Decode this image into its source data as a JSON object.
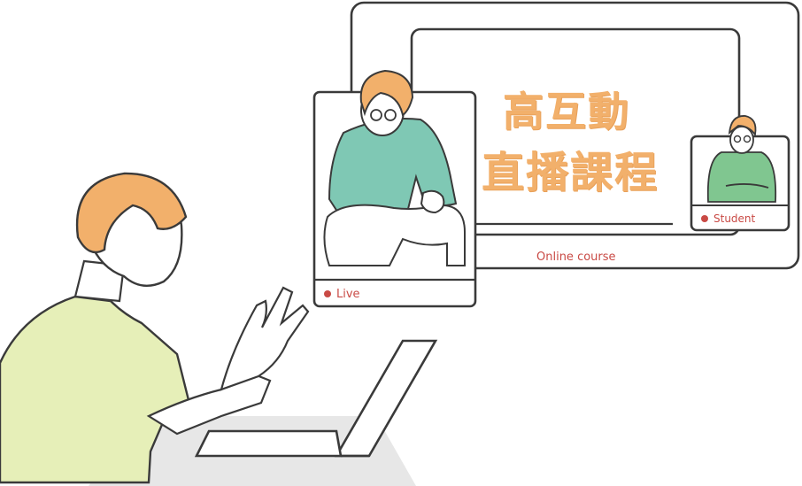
{
  "headline": {
    "line1": "高互動",
    "line2": "直播課程"
  },
  "labels": {
    "online_course": "Online course",
    "live": "Live",
    "student": "Student"
  },
  "colors": {
    "line": "#3a3a3a",
    "orange": "#f2b06b",
    "teal": "#7fc8b4",
    "green": "#80c690",
    "shirt": "#e6efb8",
    "red": "#c94a45",
    "gray": "#e7e7e7"
  }
}
